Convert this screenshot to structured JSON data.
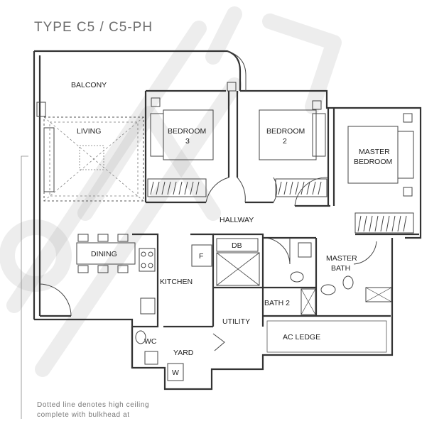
{
  "title": "TYPE C5 / C5-PH",
  "rooms": {
    "balcony": "BALCONY",
    "living": "LIVING",
    "bedroom3": [
      "BEDROOM",
      "3"
    ],
    "bedroom2": [
      "BEDROOM",
      "2"
    ],
    "master_bedroom": [
      "MASTER",
      "BEDROOM"
    ],
    "hallway": "HALLWAY",
    "dining": "DINING",
    "kitchen": "KITCHEN",
    "fridge": "F",
    "db": "DB",
    "master_bath": [
      "MASTER",
      "BATH"
    ],
    "bath2": "BATH 2",
    "utility": "UTILITY",
    "ac_ledge": "AC LEDGE",
    "wc": "WC",
    "yard": "YARD",
    "washer": "W"
  },
  "note": {
    "line1": "Dotted line denotes high ceiling",
    "line2": "complete with bulkhead at"
  }
}
